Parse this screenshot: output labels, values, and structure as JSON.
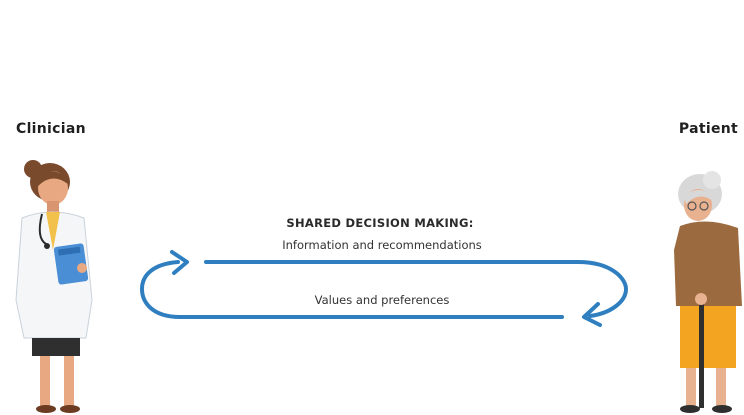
{
  "diagram": {
    "left_actor": {
      "label": "Clinician",
      "icon": "clinician-illustration"
    },
    "right_actor": {
      "label": "Patient",
      "icon": "patient-illustration"
    },
    "title": "SHARED DECISION MAKING:",
    "flow_top": "Information and recommendations",
    "flow_bottom": "Values and preferences",
    "colors": {
      "arrow": "#2f7fc0",
      "skin": "#e7a882",
      "doctor_hair": "#7a4a2c",
      "patient_shirt": "#9b6b3f",
      "patient_skirt": "#f3a522",
      "clipboard": "#4a8fd6"
    }
  }
}
